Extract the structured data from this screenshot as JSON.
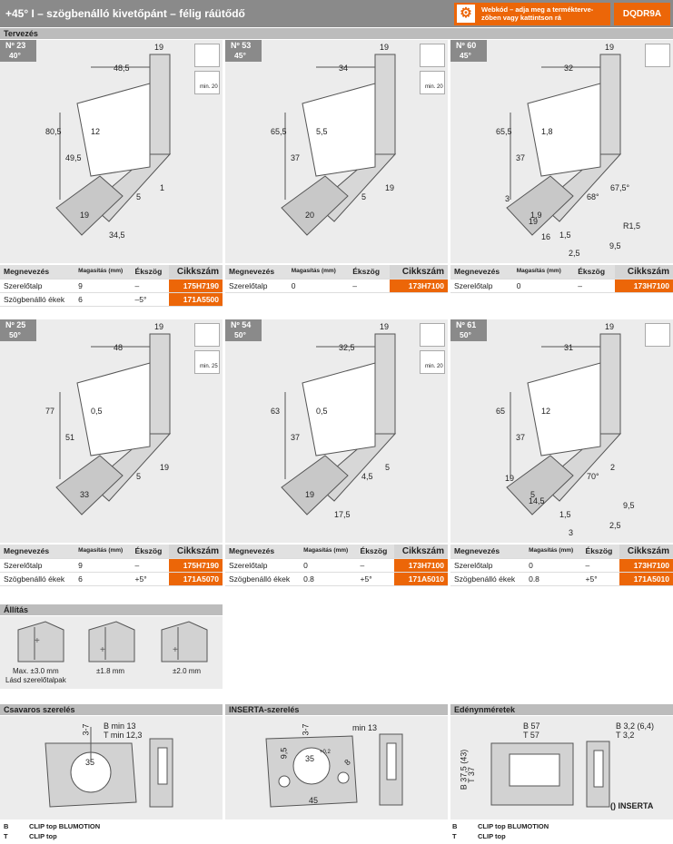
{
  "header": {
    "title": "+45° I – szögbenálló kivetőpánt – félig ráütődő",
    "web_text": "Webkód – adja meg a termékterve-zőben vagy kattintson rá",
    "code": "DQDR9A"
  },
  "sections": {
    "design": "Tervezés",
    "adjust": "Állítás",
    "screw": "Csavaros szerelés",
    "inserta": "INSERTA-szerelés",
    "cup": "Edénynméretek"
  },
  "columns": {
    "name": "Megnevezés",
    "height": "Magasítás (mm)",
    "angle": "Ékszög",
    "article": "Cikkszám"
  },
  "panels": [
    {
      "no": "Nº 23",
      "angle": "40°",
      "mark": "min. 20",
      "dims": {
        "a": "19",
        "b": "48,5",
        "c": "80,5",
        "d": "49,5",
        "e": "12",
        "f": "5",
        "g": "1",
        "h": "19",
        "i": "34,5"
      },
      "rows": [
        {
          "name": "Szerelőtalp",
          "h": "9",
          "a": "–",
          "art": "175H7190"
        },
        {
          "name": "Szögbenálló ékek",
          "h": "6",
          "a": "–5°",
          "art": "171A5500"
        }
      ]
    },
    {
      "no": "Nº 53",
      "angle": "45°",
      "mark": "min. 20",
      "dims": {
        "a": "19",
        "b": "34",
        "c": "65,5",
        "d": "37",
        "e": "5,5",
        "f": "5",
        "g": "19",
        "h": "20"
      },
      "rows": [
        {
          "name": "Szerelőtalp",
          "h": "0",
          "a": "–",
          "art": "173H7100"
        }
      ]
    },
    {
      "no": "Nº 60",
      "angle": "45°",
      "dims": {
        "a": "19",
        "b": "32",
        "c": "65,5",
        "d": "37",
        "e": "1,8",
        "f": "68°",
        "g": "67,5°",
        "h": "1,9",
        "i": "1,5",
        "j": "R1,5",
        "k": "9,5",
        "l": "2,5",
        "m": "3",
        "n": "19",
        "o": "16"
      },
      "rows": [
        {
          "name": "Szerelőtalp",
          "h": "0",
          "a": "–",
          "art": "173H7100"
        }
      ]
    },
    {
      "no": "Nº 25",
      "angle": "50°",
      "mark": "min. 25",
      "dims": {
        "a": "19",
        "b": "48",
        "c": "77",
        "d": "51",
        "e": "0,5",
        "f": "5",
        "g": "19",
        "h": "33"
      },
      "rows": [
        {
          "name": "Szerelőtalp",
          "h": "9",
          "a": "–",
          "art": "175H7190"
        },
        {
          "name": "Szögbenálló ékek",
          "h": "6",
          "a": "+5°",
          "art": "171A5070"
        }
      ]
    },
    {
      "no": "Nº 54",
      "angle": "50°",
      "mark": "min. 20",
      "dims": {
        "a": "19",
        "b": "32,5",
        "c": "63",
        "d": "37",
        "e": "0,5",
        "f": "4,5",
        "g": "5",
        "h": "19",
        "i": "17,5"
      },
      "rows": [
        {
          "name": "Szerelőtalp",
          "h": "0",
          "a": "–",
          "art": "173H7100"
        },
        {
          "name": "Szögbenálló ékek",
          "h": "0.8",
          "a": "+5°",
          "art": "171A5010"
        }
      ]
    },
    {
      "no": "Nº 61",
      "angle": "50°",
      "dims": {
        "a": "19",
        "b": "31",
        "c": "65",
        "d": "37",
        "e": "12",
        "f": "70°",
        "g": "2",
        "h": "5",
        "i": "1,5",
        "j": "9,5",
        "k": "2,5",
        "l": "3",
        "m": "19",
        "n": "14,5"
      },
      "rows": [
        {
          "name": "Szerelőtalp",
          "h": "0",
          "a": "–",
          "art": "173H7100"
        },
        {
          "name": "Szögbenálló ékek",
          "h": "0.8",
          "a": "+5°",
          "art": "171A5010"
        }
      ]
    }
  ],
  "adjust": {
    "a": "Max. ±3.0 mm",
    "a2": "Lásd szerelőtalpak",
    "b": "±1.8 mm",
    "c": "±2.0 mm"
  },
  "screw": {
    "a": "3-7",
    "b": "B min 13",
    "c": "T min 12,3",
    "d": "35"
  },
  "inserta": {
    "a": "3-7",
    "b": "min 13",
    "c": "9,5",
    "d": "35",
    "d2": "+0,2",
    "e": "8",
    "f": "45"
  },
  "cup": {
    "a": "B 57",
    "b": "T 57",
    "c": "B 37,5 (43)",
    "d": "T 37",
    "e": "B 3,2 (6,4)",
    "f": "T 3,2",
    "g": "() INSERTA"
  },
  "legend": [
    {
      "k": "B",
      "v": "CLIP top BLUMOTION"
    },
    {
      "k": "T",
      "v": "CLIP top"
    }
  ],
  "colors": {
    "accent": "#ec6608",
    "header": "#8a8a8a"
  }
}
